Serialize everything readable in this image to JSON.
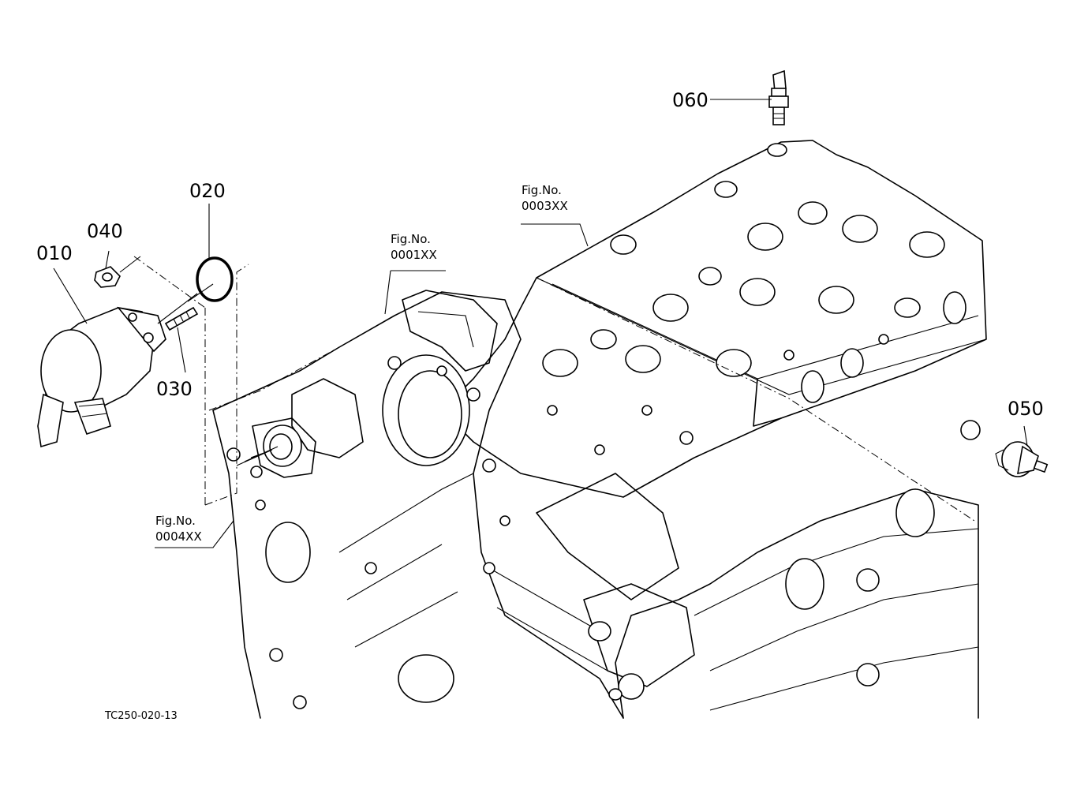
{
  "parts": [
    {
      "id": "010",
      "name": "solenoid"
    },
    {
      "id": "020",
      "name": "o-ring"
    },
    {
      "id": "030",
      "name": "stud"
    },
    {
      "id": "040",
      "name": "nut"
    },
    {
      "id": "050",
      "name": "oil-pressure-switch"
    },
    {
      "id": "060",
      "name": "temperature-sensor"
    }
  ],
  "fig_refs": [
    {
      "caption": "Fig.No.",
      "number": "0001XX"
    },
    {
      "caption": "Fig.No.",
      "number": "0003XX"
    },
    {
      "caption": "Fig.No.",
      "number": "0004XX"
    }
  ],
  "drawing_code": "TC250-020-13"
}
